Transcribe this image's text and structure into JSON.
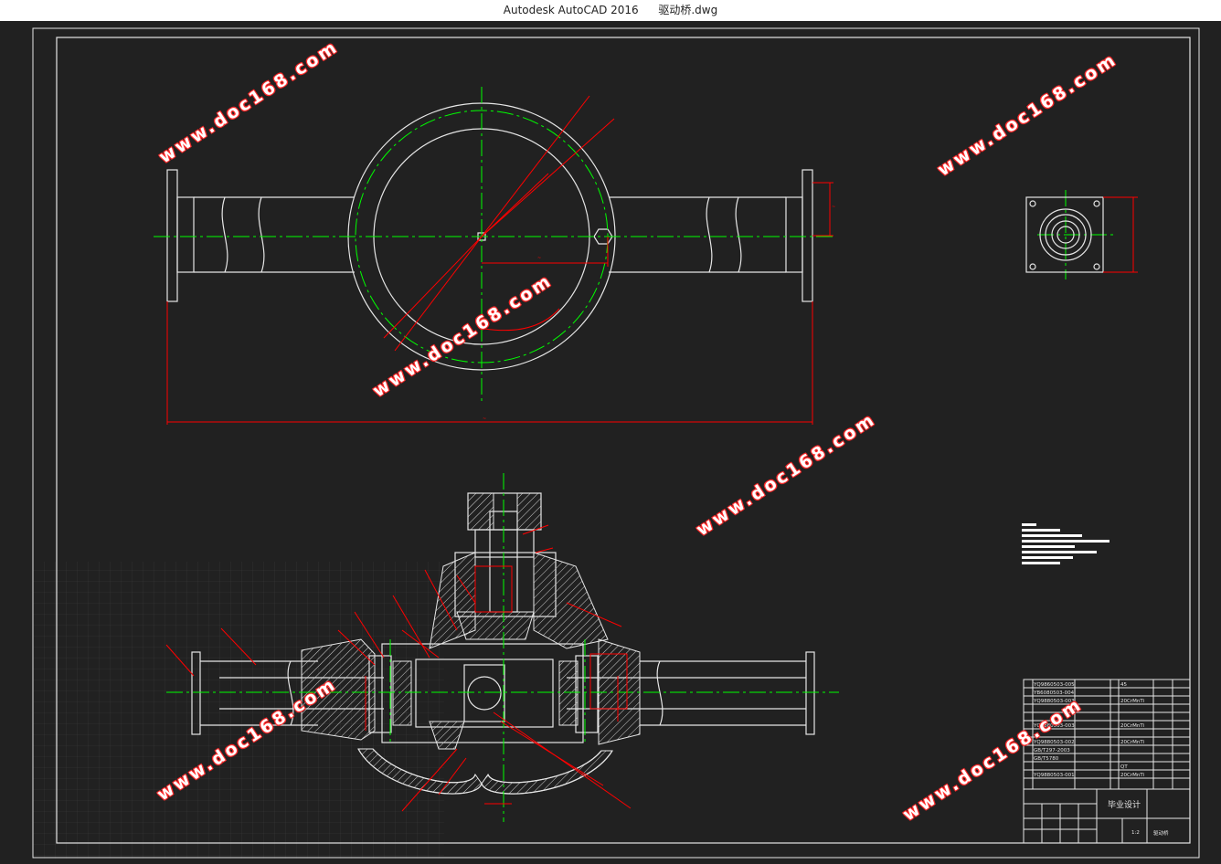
{
  "window": {
    "app_title": "Autodesk AutoCAD 2016",
    "file_name": "驱动桥.dwg"
  },
  "watermarks": [
    {
      "text": "www.doc168.com"
    },
    {
      "text": "www.doc168.com"
    },
    {
      "text": "www.doc168.com"
    },
    {
      "text": "www.doc168.com"
    },
    {
      "text": "www.doc168.com"
    },
    {
      "text": "www.doc168.com"
    }
  ],
  "title_block": {
    "title": "毕业设计",
    "drawing_name": "驱动桥",
    "scale": "1:2",
    "parts": [
      {
        "code": "YQ9860503-005",
        "material": "45"
      },
      {
        "code": "YB6080503-004",
        "material": ""
      },
      {
        "code": "YQ9880503-003",
        "material": "20CrMnTi"
      },
      {
        "code": "YQ9880503-003",
        "material": "20CrMnTi"
      },
      {
        "code": "YQ9880503-002",
        "material": "20CrMnTi"
      },
      {
        "code": "GB/T297-2003",
        "material": ""
      },
      {
        "code": "GB/T5780",
        "material": "QT"
      },
      {
        "code": "YQ9880503-001",
        "material": "20CrMnTi"
      }
    ]
  },
  "colors": {
    "background": "#212121",
    "line_white": "#e6e6e6",
    "center_green": "#00ff00",
    "dimension_red": "#ff0000",
    "grid": "#3a3a3a"
  }
}
